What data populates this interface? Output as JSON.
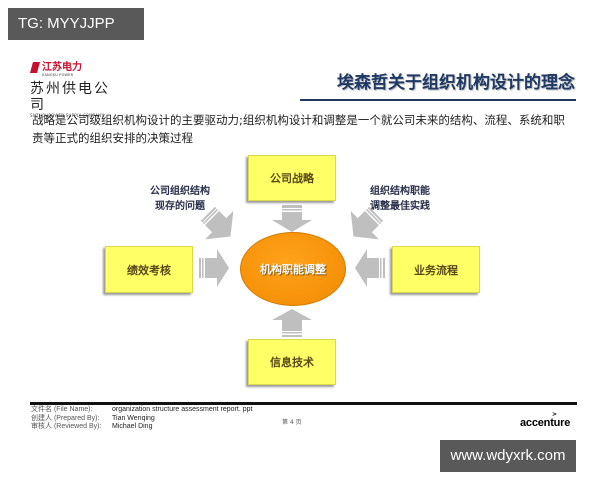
{
  "watermarks": {
    "top_tag": "TG: MYYJJPP",
    "bottom_tag": "www.wdyxrk.com"
  },
  "logo": {
    "brand_cn": "江苏电力",
    "brand_en": "JIANGSU POWER",
    "company_cn": "苏州供电公司",
    "company_en": "SUZHOUPOWER SUPPLY COMPANY",
    "brand_color": "#c8102e"
  },
  "slide": {
    "title": "埃森哲关于组织机构设计的理念",
    "intro": "战略是公司级组织机构设计的主要驱动力;组织机构设计和调整是一个就公司未来的结构、流程、系统和职责等正式的组织安排的决策过程"
  },
  "diagram": {
    "center": "机构职能调整",
    "boxes": {
      "top": "公司战略",
      "left": "绩效考核",
      "right": "业务流程",
      "bottom": "信息技术"
    },
    "side_labels": {
      "upper_left": [
        "公司组织结构",
        "现存的问题"
      ],
      "upper_right": [
        "组织结构职能",
        "调整最佳实践"
      ]
    },
    "colors": {
      "box_fill": "#ffff66",
      "center_fill": "#f7940c",
      "arrow_fill": "#bfbfbf",
      "title_color": "#1f3864"
    }
  },
  "footer": {
    "labels": [
      "文件名 (File Name):",
      "创建人 (Prepared By):",
      "审核人 (Reviewed By):"
    ],
    "values": [
      "organization structure assessment report. ppt",
      "Tian Wenqing",
      "Michael Ding"
    ],
    "page": "第 4 页",
    "company_logo": "accenture"
  }
}
